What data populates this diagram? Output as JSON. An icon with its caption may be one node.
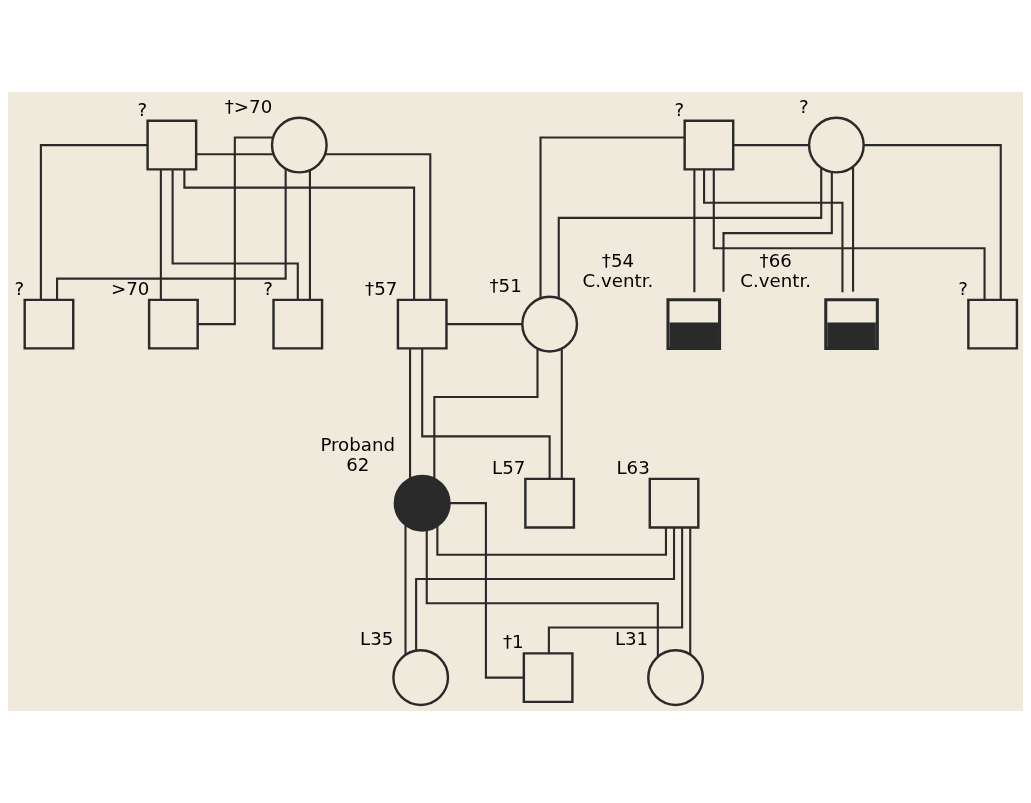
{
  "diagram": {
    "nodes": [
      {
        "text": [],
        "shape": "box",
        "beside": [
          "?"
        ]
      },
      {
        "text": [],
        "shape": "circle",
        "beside": [
          "†>70"
        ]
      },
      {
        "text": [],
        "shape": "box",
        "beside": [
          "?"
        ]
      },
      {
        "text": [],
        "shape": "circle",
        "beside": [
          "?"
        ]
      },
      {
        "text": [],
        "shape": "box",
        "beside": [
          "?"
        ]
      },
      {
        "text": [],
        "shape": "box",
        "beside": [
          ">70"
        ]
      },
      {
        "text": [],
        "shape": "box",
        "beside": [
          "?"
        ]
      },
      {
        "text": [],
        "shape": "box",
        "beside": [
          "†57"
        ]
      },
      {
        "text": [],
        "shape": "circle",
        "beside": [
          "†51"
        ]
      },
      {
        "text": [],
        "shape": "box",
        "beside": [
          "†54",
          "C.ventr."
        ]
      },
      {
        "text": [],
        "shape": "box",
        "beside": [
          "†66",
          "C.ventr."
        ]
      },
      {
        "text": [],
        "shape": "box",
        "beside": [
          "?"
        ]
      },
      {
        "text": [],
        "shape": "circle",
        "beside": [
          "Proband",
          "62"
        ]
      },
      {
        "text": [],
        "shape": "box",
        "beside": [
          "L63"
        ]
      },
      {
        "text": [],
        "shape": "box",
        "beside": [
          "L57"
        ]
      },
      {
        "text": [],
        "shape": "circle",
        "beside": [
          "L35"
        ]
      },
      {
        "text": [],
        "shape": "box",
        "beside": [
          "†1"
        ]
      },
      {
        "text": [],
        "shape": "circle",
        "beside": [
          "L31"
        ]
      }
    ],
    "edges": [
      {
        "from": 0,
        "to": 1,
        "arrow": "none"
      },
      {
        "from": 0,
        "to": 4,
        "arrow": "none"
      },
      {
        "from": 1,
        "to": 4,
        "arrow": "none"
      },
      {
        "from": 0,
        "to": 5,
        "arrow": "none"
      },
      {
        "from": 1,
        "to": 5,
        "arrow": "none"
      },
      {
        "from": 0,
        "to": 6,
        "arrow": "none"
      },
      {
        "from": 1,
        "to": 6,
        "arrow": "none"
      },
      {
        "from": 0,
        "to": 7,
        "arrow": "none"
      },
      {
        "from": 1,
        "to": 7,
        "arrow": "none"
      },
      {
        "from": 2,
        "to": 3,
        "arrow": "none"
      },
      {
        "from": 2,
        "to": 8,
        "arrow": "none"
      },
      {
        "from": 3,
        "to": 8,
        "arrow": "none"
      },
      {
        "from": 2,
        "to": 9,
        "arrow": "none"
      },
      {
        "from": 3,
        "to": 9,
        "arrow": "none"
      },
      {
        "from": 2,
        "to": 10,
        "arrow": "none"
      },
      {
        "from": 3,
        "to": 10,
        "arrow": "none"
      },
      {
        "from": 2,
        "to": 11,
        "arrow": "none"
      },
      {
        "from": 3,
        "to": 11,
        "arrow": "none"
      },
      {
        "from": 7,
        "to": 8,
        "arrow": "none"
      },
      {
        "from": 7,
        "to": 12,
        "arrow": "none"
      },
      {
        "from": 8,
        "to": 12,
        "arrow": "none"
      },
      {
        "from": 7,
        "to": 14,
        "arrow": "none"
      },
      {
        "from": 8,
        "to": 14,
        "arrow": "none"
      },
      {
        "from": 12,
        "to": 13,
        "arrow": "none"
      },
      {
        "from": 12,
        "to": 15,
        "arrow": "none"
      },
      {
        "from": 13,
        "to": 15,
        "arrow": "none"
      },
      {
        "from": 12,
        "to": 16,
        "arrow": "none"
      },
      {
        "from": 13,
        "to": 16,
        "arrow": "none"
      },
      {
        "from": 12,
        "to": 17,
        "arrow": "none"
      },
      {
        "from": 13,
        "to": 17,
        "arrow": "none"
      }
    ]
  }
}
